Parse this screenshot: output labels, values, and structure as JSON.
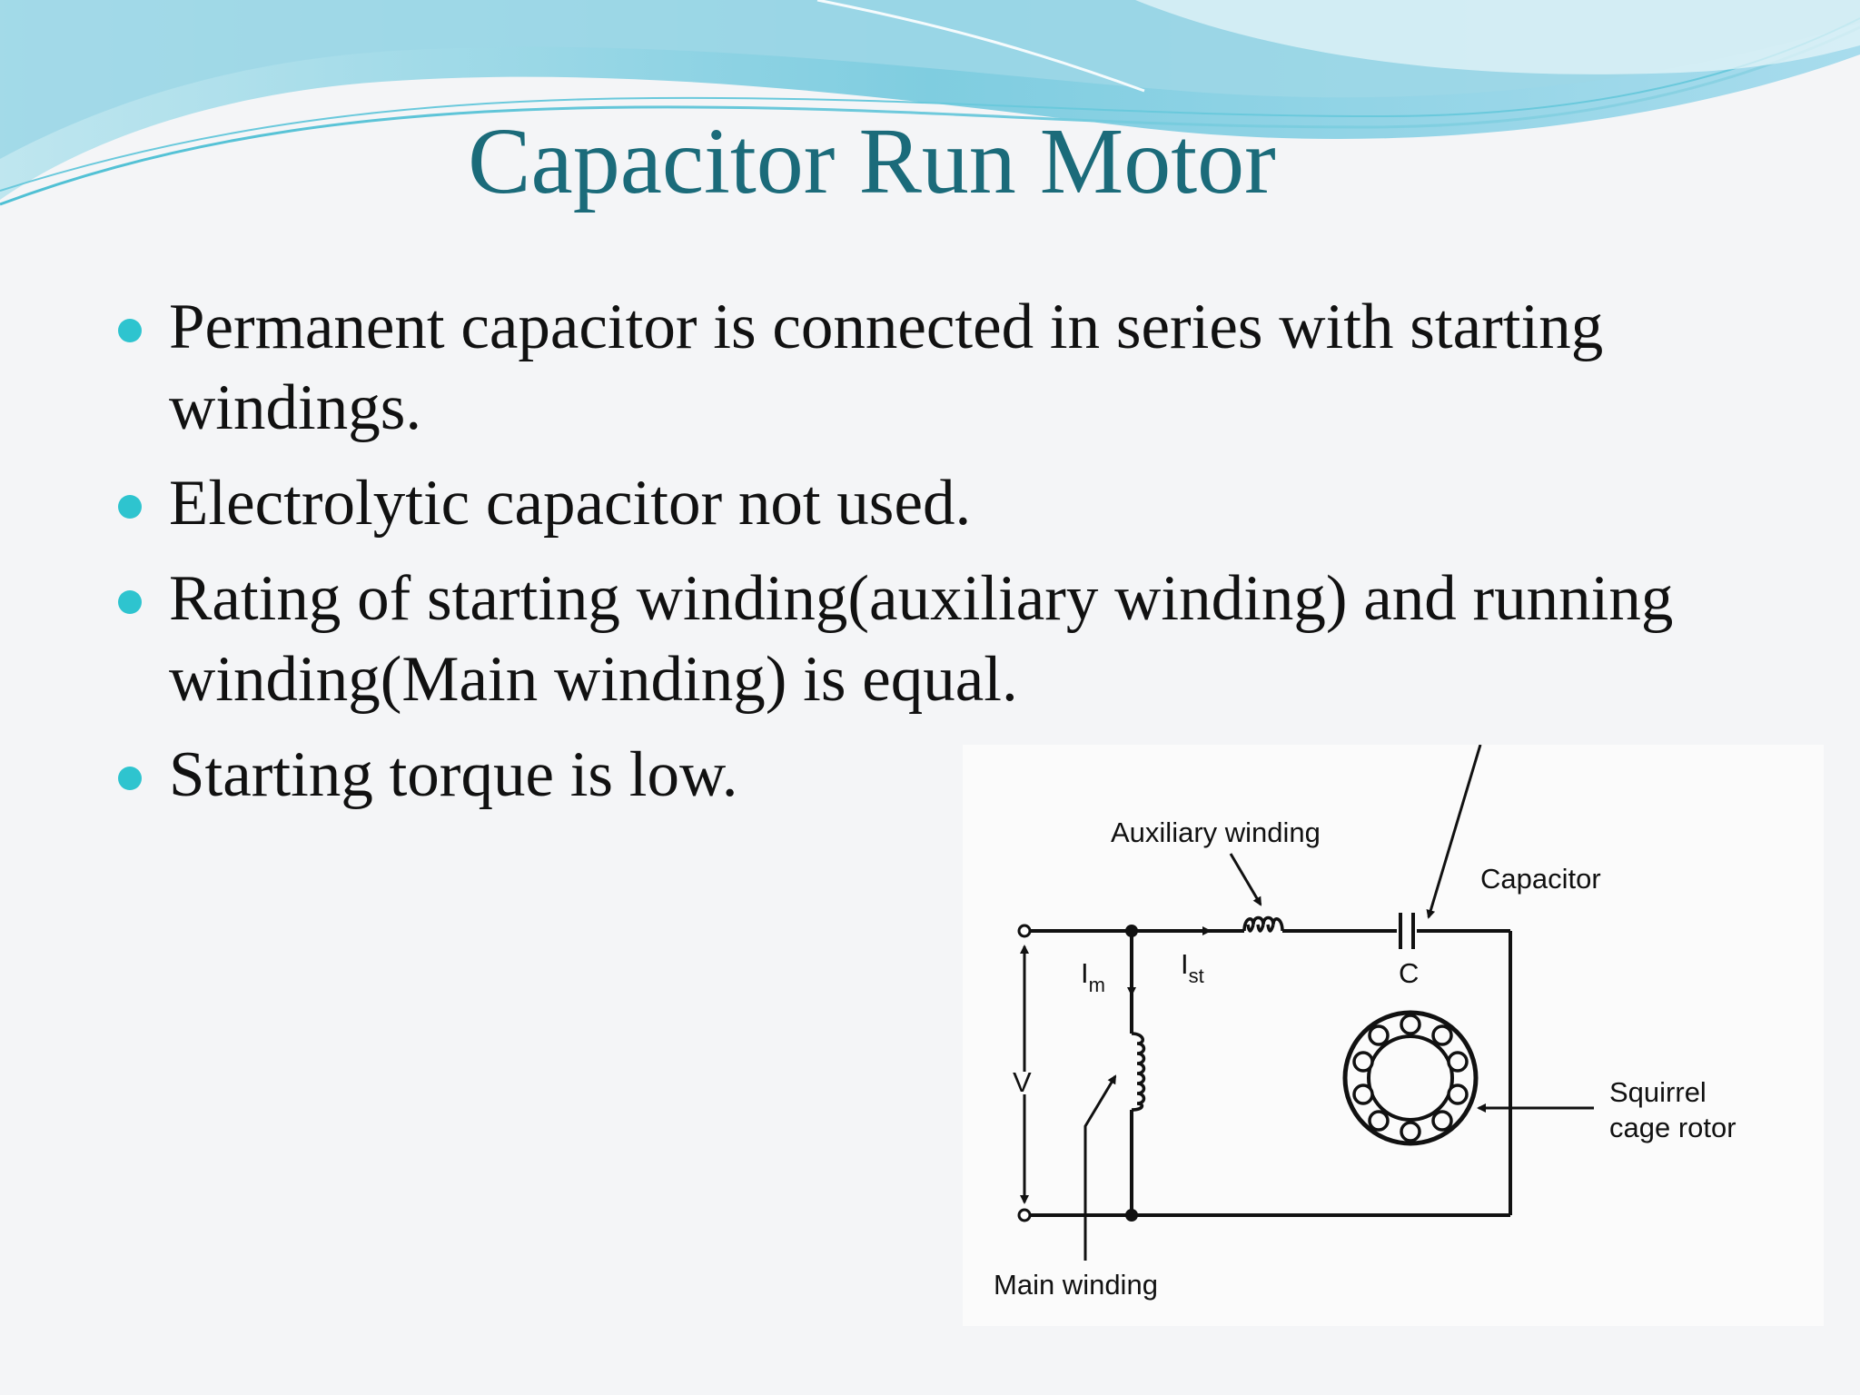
{
  "slide": {
    "title": "Capacitor Run Motor",
    "bullets": [
      "Permanent capacitor is connected in series with starting windings.",
      "Electrolytic capacitor not used.",
      "Rating of starting winding(auxiliary winding) and running winding(Main winding) is equal.",
      "Starting torque is low."
    ]
  },
  "diagram": {
    "aux_winding_label": "Auxiliary winding",
    "capacitor_label": "Capacitor",
    "capacitor_symbol": "C",
    "im_main": "I",
    "im_sub": "m",
    "ist_main": "I",
    "ist_sub": "st",
    "voltage_label": "V",
    "rotor_label_line1": "Squirrel",
    "rotor_label_line2": "cage rotor",
    "main_winding_label": "Main winding"
  },
  "colors": {
    "title": "#1b6b7a",
    "bullet": "#2ec4cf",
    "wave_light": "#a9dce9",
    "wave_dark": "#5cc3d6"
  }
}
